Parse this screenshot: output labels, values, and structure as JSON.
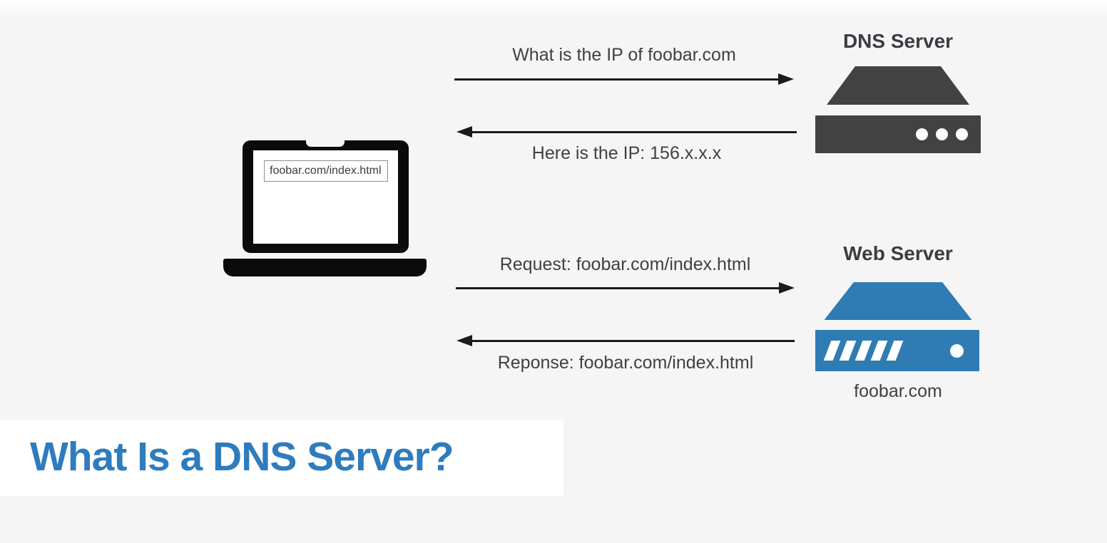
{
  "title": {
    "text": "What Is a DNS Server?"
  },
  "client": {
    "device": "laptop",
    "address_bar": "foobar.com/index.html"
  },
  "dns_server": {
    "label": "DNS Server"
  },
  "web_server": {
    "label": "Web Server",
    "domain": "foobar.com"
  },
  "messages": {
    "dns_request": "What is the IP of foobar.com",
    "dns_response": "Here is the IP: 156.x.x.x",
    "web_request": "Request: foobar.com/index.html",
    "web_response": "Reponse: foobar.com/index.html"
  },
  "colors": {
    "page-bg": "#f5f5f6",
    "dark-server": "#424242",
    "blue-server": "#2f7bb4",
    "title-blue": "#2e7cbe",
    "text": "#3e4145",
    "line": "#1b1b1b"
  },
  "icons": {
    "laptop": "laptop-icon: black rounded frame + white screen + base with notch (CSS shapes)",
    "dns_server": "server-rack-icon: dark trapezoid lid + chassis with 3 white dots (CSS shapes)",
    "web_server": "server-rack-icon: blue trapezoid lid + chassis with 5 slanted vents and 1 LED dot (CSS shapes)",
    "arrow_right": "solid line with right triangle arrowhead (CSS border shape)",
    "arrow_left": "solid line with left triangle arrowhead (CSS border shape)"
  }
}
